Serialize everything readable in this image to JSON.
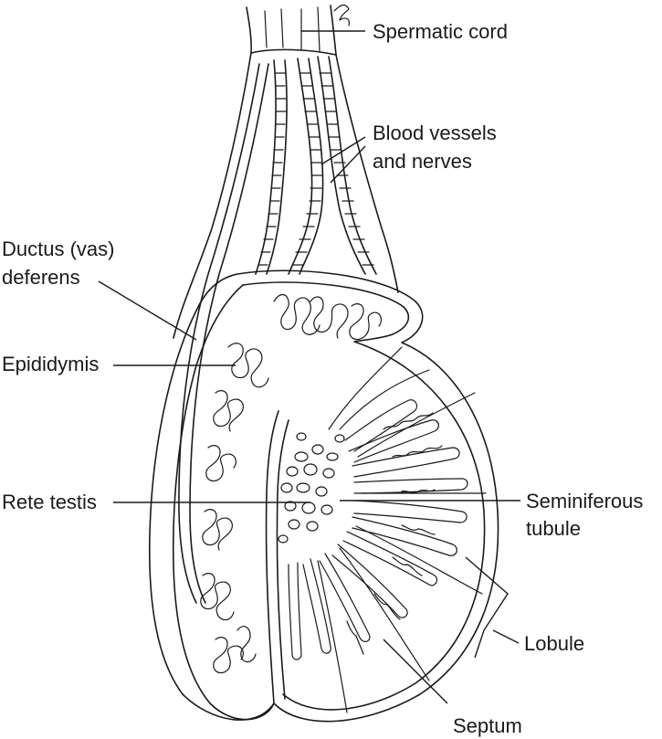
{
  "labels": {
    "spermatic_cord": "Spermatic cord",
    "blood_vessels_1": "Blood vessels",
    "blood_vessels_2": "and nerves",
    "ductus_1": "Ductus (vas)",
    "ductus_2": "deferens",
    "epididymis": "Epididymis",
    "rete_testis": "Rete testis",
    "seminiferous_1": "Seminiferous",
    "seminiferous_2": "tubule",
    "lobule": "Lobule",
    "septum": "Septum"
  }
}
